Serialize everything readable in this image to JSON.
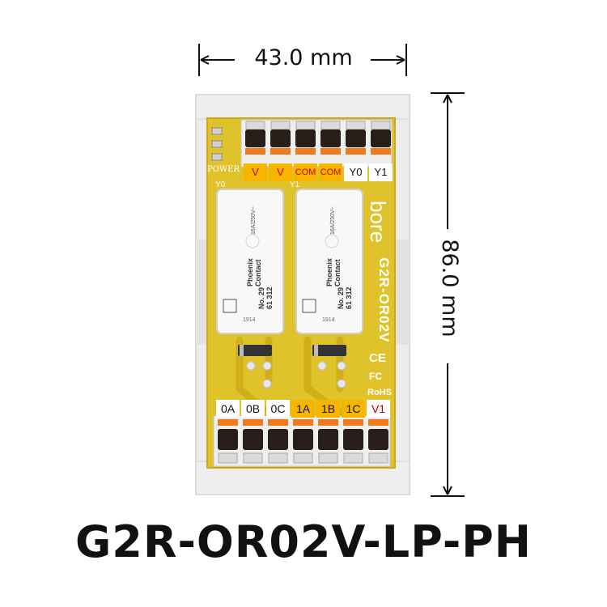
{
  "dimensions": {
    "width_label": "43.0 mm",
    "height_label": "86.0 mm"
  },
  "product": {
    "model": "G2R-OR02V-LP-PH"
  },
  "board": {
    "brand": "bore",
    "model_print": "G2R-OR02V",
    "power_label": "POWER",
    "channel_labels": [
      "Y0",
      "Y1"
    ],
    "marks": {
      "ce": "CE",
      "fc": "FC",
      "rohs": "RoHS"
    },
    "top_terminals": [
      {
        "label": "V",
        "bg": "#f7b500",
        "text_color": "#c80000"
      },
      {
        "label": "V",
        "bg": "#f7b500",
        "text_color": "#c80000"
      },
      {
        "label": "COM",
        "bg": "#f7b500",
        "text_color": "#c80000"
      },
      {
        "label": "COM",
        "bg": "#f7b500",
        "text_color": "#c80000"
      },
      {
        "label": "Y0",
        "bg": "#ffffff",
        "text_color": "#111111"
      },
      {
        "label": "Y1",
        "bg": "#ffffff",
        "text_color": "#111111"
      }
    ],
    "bottom_terminals": [
      {
        "label": "0A",
        "bg": "#ffffff",
        "text_color": "#111111"
      },
      {
        "label": "0B",
        "bg": "#ffffff",
        "text_color": "#111111"
      },
      {
        "label": "0C",
        "bg": "#ffffff",
        "text_color": "#111111"
      },
      {
        "label": "1A",
        "bg": "#f7b500",
        "text_color": "#111111"
      },
      {
        "label": "1B",
        "bg": "#f7b500",
        "text_color": "#111111"
      },
      {
        "label": "1C",
        "bg": "#f7b500",
        "text_color": "#111111"
      },
      {
        "label": "V1",
        "bg": "#ffffff",
        "text_color": "#c80000"
      }
    ]
  },
  "relays": [
    {
      "maker": "Phoenix Contact",
      "part": "No. 29 61 312",
      "rating": "16A/250V~",
      "code": "1914"
    },
    {
      "maker": "Phoenix Contact",
      "part": "No. 29 61 312",
      "rating": "16A/250V~",
      "code": "1914"
    }
  ],
  "colors": {
    "pcb": "#e0c22a",
    "pcb_dark": "#b89a12",
    "terminal_orange": "#f07a1e",
    "housing": "#f4f4f4"
  }
}
